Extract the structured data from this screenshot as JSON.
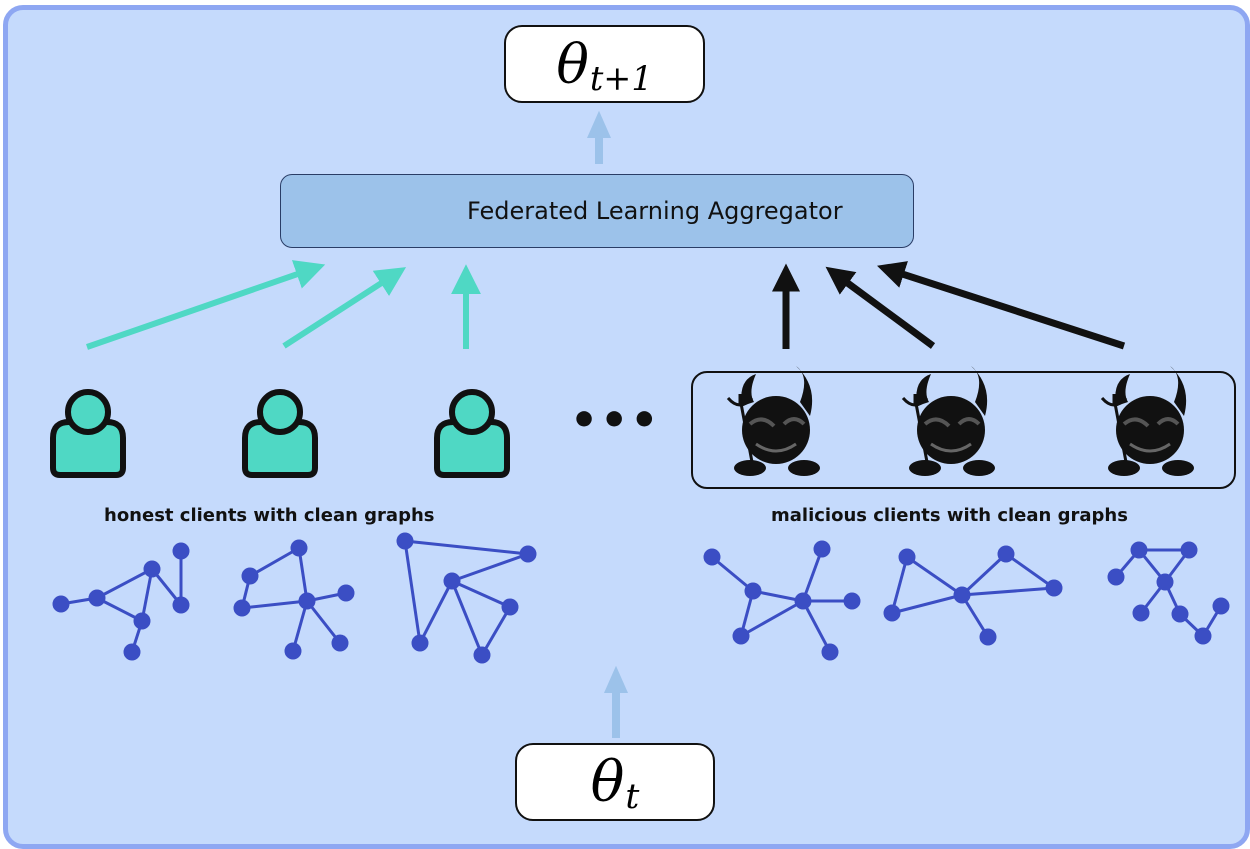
{
  "theta_top": {
    "symbol": "θ",
    "subscript": "t+1"
  },
  "theta_bottom": {
    "symbol": "θ",
    "subscript": "t"
  },
  "aggregator": {
    "label": "Federated Learning Aggregator",
    "icon": "hierarchy-icon"
  },
  "honest": {
    "caption": "honest clients with clean graphs",
    "count": 3,
    "icon": "user-icon"
  },
  "malicious": {
    "caption": "malicious clients with clean graphs",
    "count": 3,
    "icon": "devil-icon"
  },
  "ellipsis": "•••",
  "colors": {
    "background": "#c5dafc",
    "border": "#8ea7f2",
    "honest_arrow": "#4fd8c4",
    "malicious_arrow": "#111111",
    "model_arrow": "#9cc2ea",
    "graph": "#3b4ec4",
    "user_fill": "#4fd8c4"
  }
}
